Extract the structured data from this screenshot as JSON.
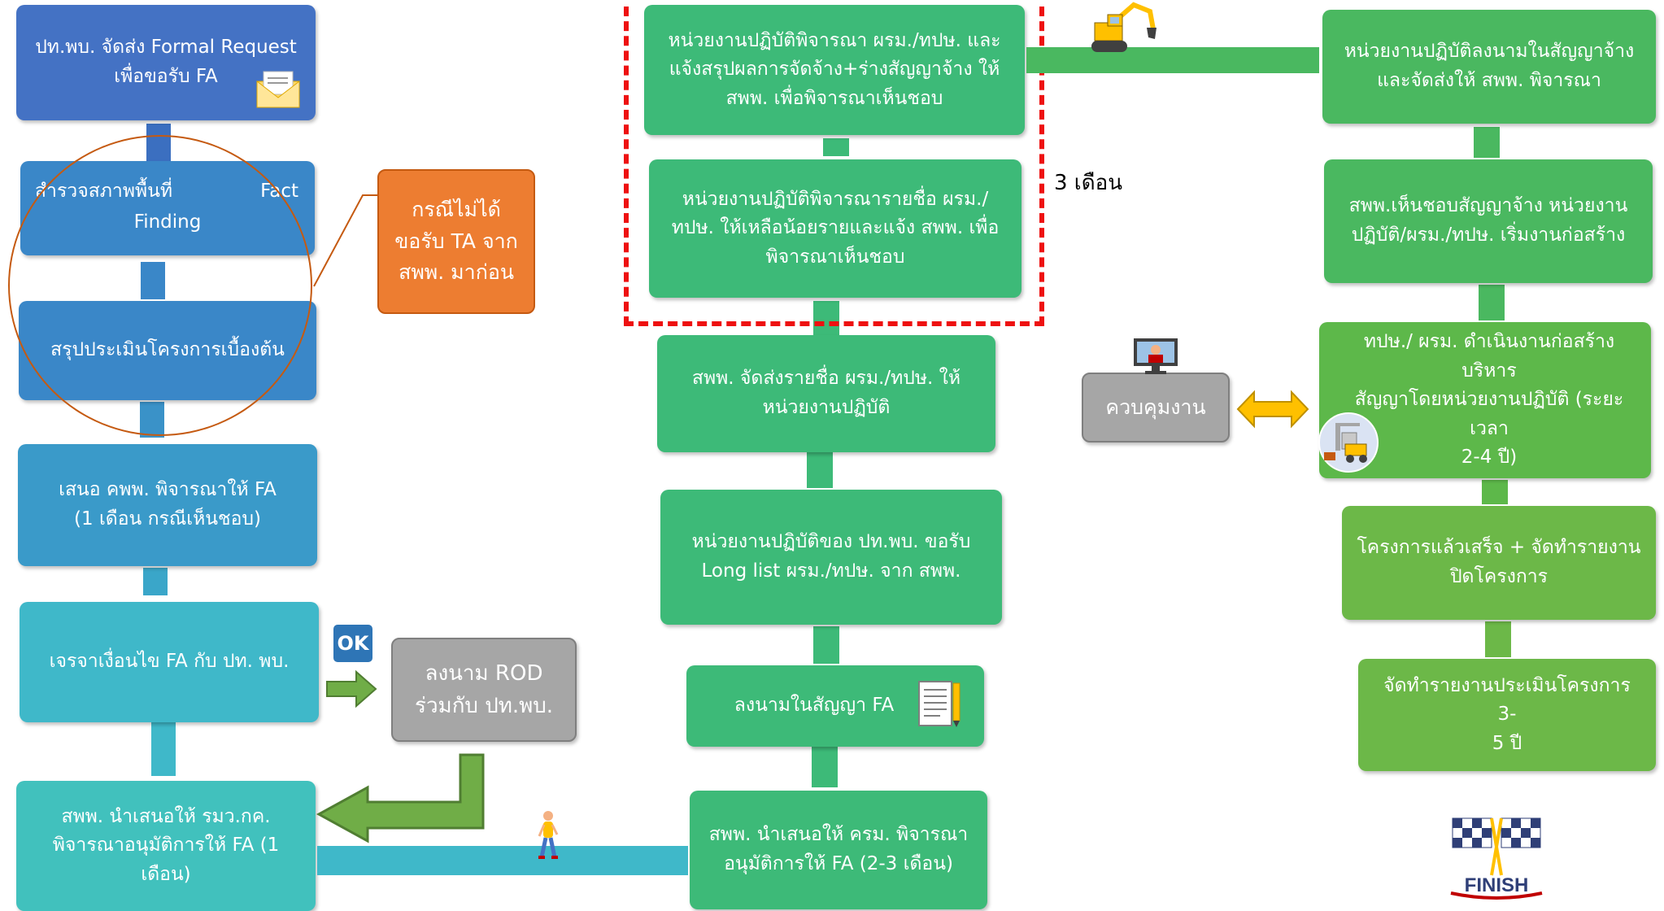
{
  "left": {
    "formal_request": "ปท.พบ. จัดส่ง Formal Request\nเพื่อขอรับ FA",
    "fact_finding_left": "สำรวจสภาพพื้นที่",
    "fact_finding_right": "Fact",
    "fact_finding_line2": "Finding",
    "assess": "สรุปประเมินโครงการเบื้องต้น",
    "propose_fa": "เสนอ คพพ. พิจารณาให้ FA\n(1 เดือน กรณีเห็นชอบ)",
    "negotiate": "เจรจาเงื่อนไข FA กับ ปท. พบ.",
    "minister": "สพพ. นำเสนอให้ รมว.กค.\nพิจารณาอนุมัติการให้ FA          (1\nเดือน)",
    "no_ta": "กรณีไม่ได้\nขอรับ TA จาก\nสพพ. มาก่อน",
    "ok_label": "OK",
    "rod": "ลงนาม ROD\nร่วมกับ ปท.พบ."
  },
  "middle": {
    "cabinet": "สพพ. นำเสนอให้  ครม. พิจารณา\nอนุมัติการให้ FA       (2-3 เดือน)",
    "sign_fa": "ลงนามในสัญญา FA",
    "long_list": "หน่วยงานปฏิบัติของ ปท.พบ. ขอรับ\nLong list ผรม./ทปษ. จาก สพพ.",
    "send_names": "สพพ. จัดส่งรายชื่อ ผรม./ทปษ. ให้\nหน่วยงานปฏิบัติ",
    "shortlist": "หน่วยงานปฏิบัติพิจารณารายชื่อ ผรม./\nทปษ. ให้เหลือน้อยรายและแจ้ง สพพ. เพื่อ\nพิจารณาเห็นชอบ",
    "select": "หน่วยงานปฏิบัติพิจารณา ผรม./ทปษ. และ\nแจ้งสรุปผลการจัดจ้าง+ร่างสัญญาจ้าง ให้\nสพพ. เพื่อพิจารณาเห็นชอบ",
    "duration": "3 เดือน"
  },
  "right": {
    "sign_contract": "หน่วยงานปฏิบัติลงนามในสัญญาจ้าง\nและจัดส่งให้ สพพ. พิจารณา",
    "approve_contract": "สพพ.เห็นชอบสัญญาจ้าง หน่วยงาน\nปฏิบัติ/ผรม./ทปษ. เริ่มงานก่อสร้าง",
    "construction": "ทปษ./ ผรม. ดำเนินงานก่อสร้างบริหาร\nสัญญาโดยหน่วยงานปฏิบัติ (ระยะเวลา\n2-4 ปี)",
    "control": "ควบคุมงาน",
    "complete": "โครงการแล้วเสร็จ + จัดทำรายงาน\nปิดโครงการ",
    "evaluate": "จัดทำรายงานประเมินโครงการ 3-\n5 ปี",
    "finish": "FINISH"
  },
  "colors": {
    "blue": "#4472c4",
    "teal": "#3fb8c9",
    "green": "#3dba78",
    "orange": "#ed7d31",
    "gray": "#a6a6a6",
    "red_dash": "#e11111",
    "arrow_yellow": "#ffc000"
  }
}
